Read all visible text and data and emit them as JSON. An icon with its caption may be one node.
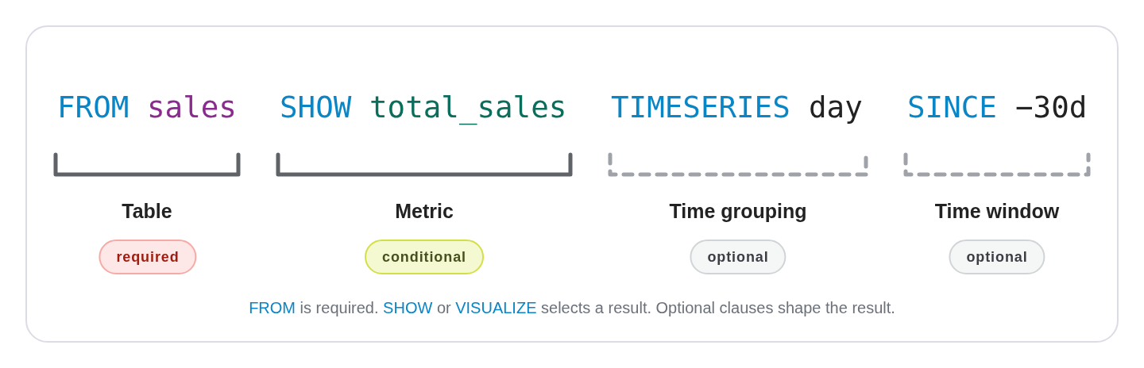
{
  "diagram": {
    "caption": "**FROM** is required. **SHOW** or **VISUALIZE** selects a result. Optional clauses shape the result.",
    "nodes": [
      {
        "text": [
          "required"
        ]
      },
      {
        "text": [
          "conditional"
        ]
      },
      {
        "text": [
          "optional"
        ]
      },
      {
        "text": [
          "optional"
        ]
      }
    ],
    "labels": [
      "FROM",
      "sales",
      "SHOW",
      "total_sales",
      "TIMESERIES",
      "day",
      "SINCE",
      "−30d",
      "Table",
      "Metric",
      "Time grouping",
      "Time window"
    ]
  }
}
